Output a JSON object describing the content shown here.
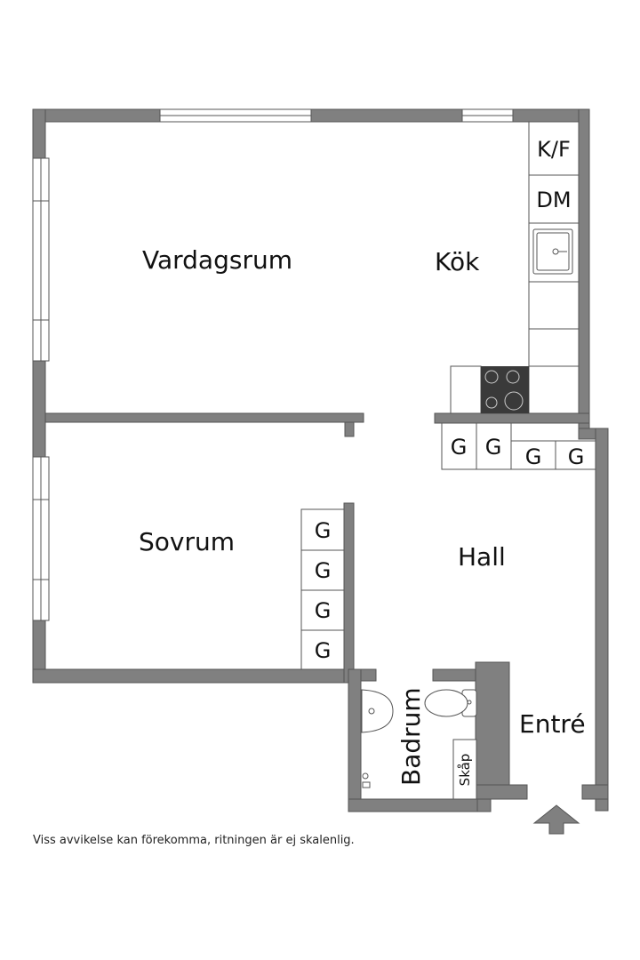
{
  "rooms": {
    "vardagsrum": "Vardagsrum",
    "kok": "Kök",
    "sovrum": "Sovrum",
    "hall": "Hall",
    "entre": "Entré",
    "badrum": "Badrum"
  },
  "fixtures": {
    "fridge_freezer": "K/F",
    "dishwasher": "DM",
    "closet": "Skåp",
    "wardrobe": "G"
  },
  "disclaimer": "Viss avvikelse kan förekomma, ritningen är ej skalenlig.",
  "colors": {
    "wall": "#808080",
    "wall_outline": "#555555",
    "floor": "#ffffff",
    "stove": "#3a3a3a"
  },
  "icons": [
    "sink-icon",
    "stove-icon",
    "toilet-icon",
    "washbasin-icon",
    "entrance-arrow-icon",
    "window-icon"
  ]
}
